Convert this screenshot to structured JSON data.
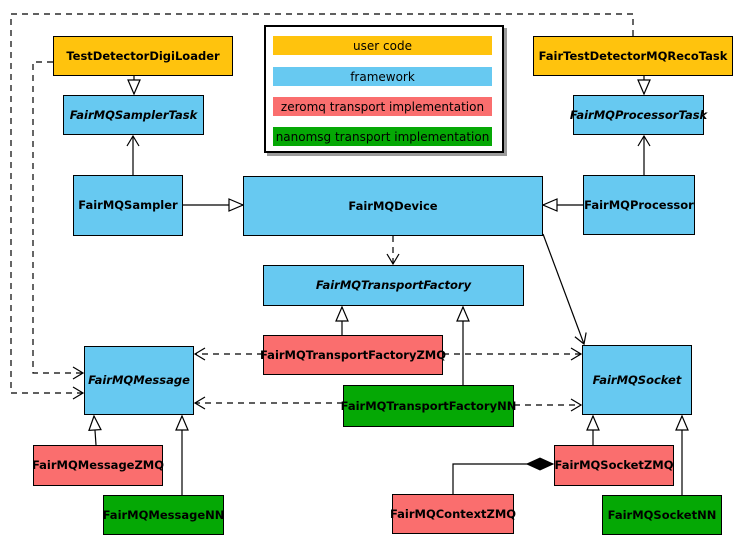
{
  "diagram_type": "uml-class-diagram",
  "colors": {
    "user": "#FFC30D",
    "framework": "#67C9F1",
    "zeromq": "#FA6E6E",
    "nanomsg": "#05A805",
    "border": "#000000",
    "background": "#FFFFFF"
  },
  "legend": {
    "items": [
      {
        "label": "user code",
        "category": "user"
      },
      {
        "label": "framework",
        "category": "framework"
      },
      {
        "label": "zeromq transport implementation",
        "category": "zeromq"
      },
      {
        "label": "nanomsg transport implementation",
        "category": "nanomsg"
      }
    ]
  },
  "nodes": [
    {
      "id": "TestDetectorDigiLoader",
      "label": "TestDetectorDigiLoader",
      "category": "user",
      "abstract": false
    },
    {
      "id": "FairTestDetectorMQRecoTask",
      "label": "FairTestDetectorMQRecoTask",
      "category": "user",
      "abstract": false
    },
    {
      "id": "FairMQSamplerTask",
      "label": "FairMQSamplerTask",
      "category": "framework",
      "abstract": true
    },
    {
      "id": "FairMQProcessorTask",
      "label": "FairMQProcessorTask",
      "category": "framework",
      "abstract": true
    },
    {
      "id": "FairMQSampler",
      "label": "FairMQSampler",
      "category": "framework",
      "abstract": false
    },
    {
      "id": "FairMQDevice",
      "label": "FairMQDevice",
      "category": "framework",
      "abstract": false
    },
    {
      "id": "FairMQProcessor",
      "label": "FairMQProcessor",
      "category": "framework",
      "abstract": false
    },
    {
      "id": "FairMQTransportFactory",
      "label": "FairMQTransportFactory",
      "category": "framework",
      "abstract": true
    },
    {
      "id": "FairMQTransportFactoryZMQ",
      "label": "FairMQTransportFactoryZMQ",
      "category": "zeromq",
      "abstract": false
    },
    {
      "id": "FairMQTransportFactoryNN",
      "label": "FairMQTransportFactoryNN",
      "category": "nanomsg",
      "abstract": false
    },
    {
      "id": "FairMQMessage",
      "label": "FairMQMessage",
      "category": "framework",
      "abstract": true
    },
    {
      "id": "FairMQSocket",
      "label": "FairMQSocket",
      "category": "framework",
      "abstract": true
    },
    {
      "id": "FairMQMessageZMQ",
      "label": "FairMQMessageZMQ",
      "category": "zeromq",
      "abstract": false
    },
    {
      "id": "FairMQMessageNN",
      "label": "FairMQMessageNN",
      "category": "nanomsg",
      "abstract": false
    },
    {
      "id": "FairMQSocketZMQ",
      "label": "FairMQSocketZMQ",
      "category": "zeromq",
      "abstract": false
    },
    {
      "id": "FairMQSocketNN",
      "label": "FairMQSocketNN",
      "category": "nanomsg",
      "abstract": false
    },
    {
      "id": "FairMQContextZMQ",
      "label": "FairMQContextZMQ",
      "category": "zeromq",
      "abstract": false
    }
  ],
  "edges": [
    {
      "from": "TestDetectorDigiLoader",
      "to": "FairMQSamplerTask",
      "relation": "inheritance"
    },
    {
      "from": "FairTestDetectorMQRecoTask",
      "to": "FairMQProcessorTask",
      "relation": "inheritance"
    },
    {
      "from": "FairMQSampler",
      "to": "FairMQSamplerTask",
      "relation": "association"
    },
    {
      "from": "FairMQProcessor",
      "to": "FairMQProcessorTask",
      "relation": "association"
    },
    {
      "from": "FairMQSampler",
      "to": "FairMQDevice",
      "relation": "inheritance"
    },
    {
      "from": "FairMQProcessor",
      "to": "FairMQDevice",
      "relation": "inheritance"
    },
    {
      "from": "FairMQDevice",
      "to": "FairMQTransportFactory",
      "relation": "dependency"
    },
    {
      "from": "FairMQTransportFactoryZMQ",
      "to": "FairMQTransportFactory",
      "relation": "inheritance"
    },
    {
      "from": "FairMQTransportFactoryNN",
      "to": "FairMQTransportFactory",
      "relation": "inheritance"
    },
    {
      "from": "FairMQMessageZMQ",
      "to": "FairMQMessage",
      "relation": "inheritance"
    },
    {
      "from": "FairMQMessageNN",
      "to": "FairMQMessage",
      "relation": "inheritance"
    },
    {
      "from": "FairMQSocketZMQ",
      "to": "FairMQSocket",
      "relation": "inheritance"
    },
    {
      "from": "FairMQSocketNN",
      "to": "FairMQSocket",
      "relation": "inheritance"
    },
    {
      "from": "FairMQTransportFactoryZMQ",
      "to": "FairMQMessage",
      "relation": "dependency"
    },
    {
      "from": "FairMQTransportFactoryNN",
      "to": "FairMQMessage",
      "relation": "dependency"
    },
    {
      "from": "FairMQTransportFactoryZMQ",
      "to": "FairMQSocket",
      "relation": "dependency"
    },
    {
      "from": "FairMQTransportFactoryNN",
      "to": "FairMQSocket",
      "relation": "dependency"
    },
    {
      "from": "FairMQDevice",
      "to": "FairMQSocket",
      "relation": "association"
    },
    {
      "from": "FairTestDetectorMQRecoTask",
      "to": "FairMQMessage",
      "relation": "dependency"
    },
    {
      "from": "TestDetectorDigiLoader",
      "to": "FairMQMessage",
      "relation": "dependency"
    },
    {
      "from": "FairMQContextZMQ",
      "to": "FairMQSocketZMQ",
      "relation": "composition"
    }
  ]
}
